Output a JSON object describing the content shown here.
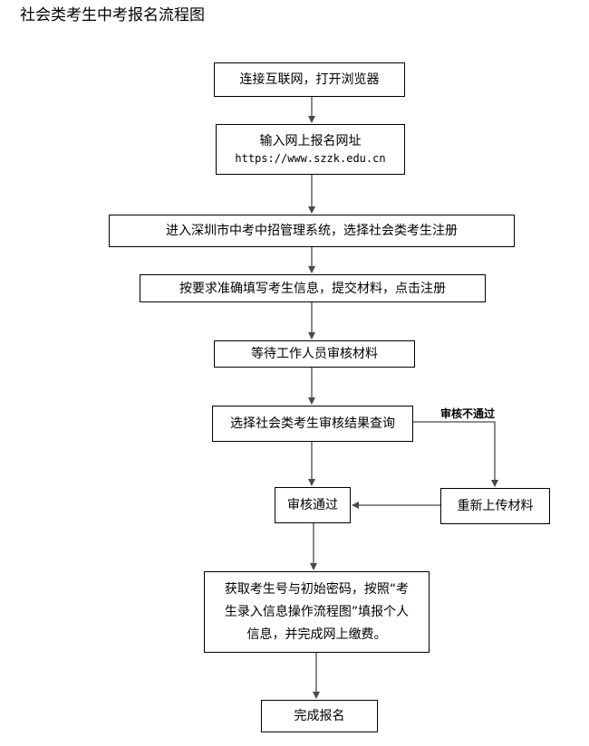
{
  "title": "社会类考生中考报名流程图",
  "steps": {
    "connect": "连接互联网，打开浏览器",
    "enter_site_label": "输入网上报名网址",
    "enter_site_url": "https://www.szzk.edu.cn",
    "system": "进入深圳市中考中招管理系统，选择社会类考生注册",
    "fill_info": "按要求准确填写考生信息，提交材料，点击注册",
    "wait_review": "等待工作人员审核材料",
    "check_result": "选择社会类考生审核结果查询",
    "passed": "审核通过",
    "reupload": "重新上传材料",
    "get_number_lines": [
      "获取考生号与初始密码，按照“考",
      "生录入信息操作流程图”填报个人",
      "信息，并完成网上缴费。"
    ],
    "done": "完成报名"
  },
  "branch_label": "审核不通过"
}
